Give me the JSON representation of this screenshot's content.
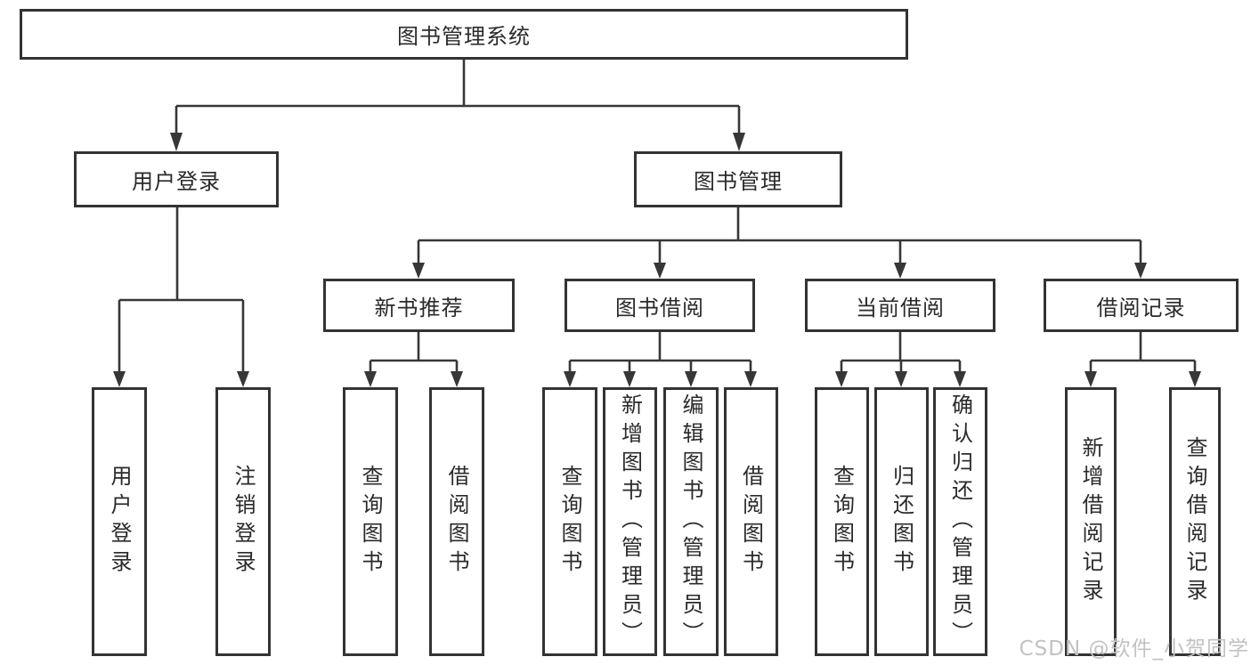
{
  "diagram_title": "图书管理系统",
  "tree": {
    "root": {
      "label": "图书管理系统",
      "children": [
        {
          "label": "用户登录",
          "children": [
            {
              "label": "用户登录"
            },
            {
              "label": "注销登录"
            }
          ]
        },
        {
          "label": "图书管理",
          "children": [
            {
              "label": "新书推荐",
              "children": [
                {
                  "label": "查询图书"
                },
                {
                  "label": "借阅图书"
                }
              ]
            },
            {
              "label": "图书借阅",
              "children": [
                {
                  "label": "查询图书"
                },
                {
                  "label": "新增图书（管理员）"
                },
                {
                  "label": "编辑图书（管理员）"
                },
                {
                  "label": "借阅图书"
                }
              ]
            },
            {
              "label": "当前借阅",
              "children": [
                {
                  "label": "查询图书"
                },
                {
                  "label": "归还图书"
                },
                {
                  "label": "确认归还（管理员）"
                }
              ]
            },
            {
              "label": "借阅记录",
              "children": [
                {
                  "label": "新增借阅记录"
                },
                {
                  "label": "查询借阅记录"
                }
              ]
            }
          ]
        }
      ]
    }
  },
  "watermark": {
    "text": "CSDN @软件_小贺同学"
  },
  "colors": {
    "line": "#373737",
    "border": "#333333",
    "fill": "#ffffff",
    "text": "#2a2a2a",
    "bg": "#ffffff",
    "watermark": "#c2c2c2"
  }
}
